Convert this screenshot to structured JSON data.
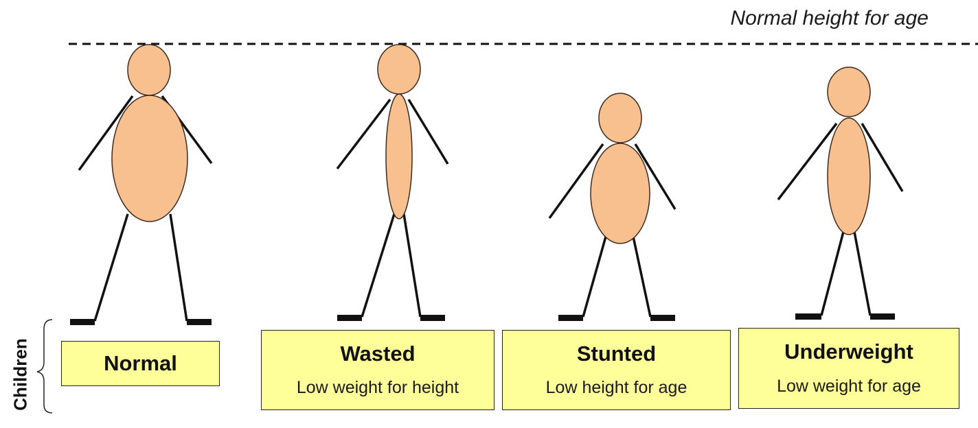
{
  "reference_line": {
    "label": "Normal height for age"
  },
  "group_label": "Children",
  "colors": {
    "body_fill": "#f7c08e",
    "outline": "#3a2a20",
    "label_box": "#ffff99",
    "line": "#111111"
  },
  "figures": [
    {
      "key": "normal",
      "title": "Normal",
      "subtitle": ""
    },
    {
      "key": "wasted",
      "title": "Wasted",
      "subtitle": "Low weight for height"
    },
    {
      "key": "stunted",
      "title": "Stunted",
      "subtitle": "Low height for age"
    },
    {
      "key": "underweight",
      "title": "Underweight",
      "subtitle": "Low weight for age"
    }
  ]
}
